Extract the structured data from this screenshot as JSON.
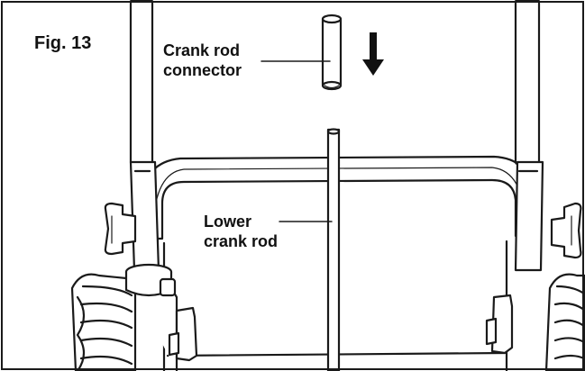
{
  "figure": {
    "number": "Fig. 13"
  },
  "labels": {
    "crank_rod_connector_line1": "Crank rod",
    "crank_rod_connector_line2": "connector",
    "lower_crank_rod_line1": "Lower",
    "lower_crank_rod_line2": "crank rod"
  },
  "icons": {
    "direction_arrow": "down-arrow-icon"
  },
  "colors": {
    "ink": "#1a1a1a",
    "paper": "#ffffff"
  }
}
